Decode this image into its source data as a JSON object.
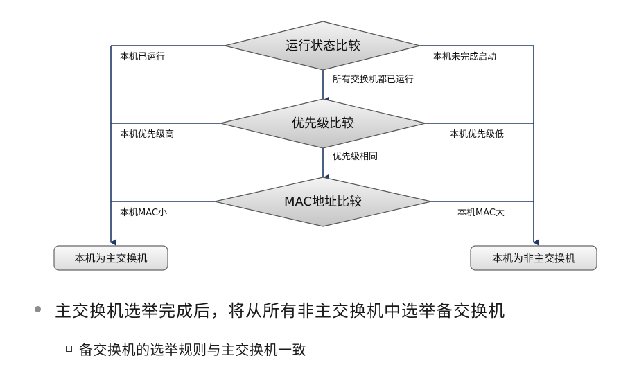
{
  "diagram": {
    "decisions": [
      {
        "label": "运行状态比较"
      },
      {
        "label": "优先级比较"
      },
      {
        "label": "MAC地址比较"
      }
    ],
    "edges": {
      "d1_left": "本机已运行",
      "d1_right": "本机未完成启动",
      "d1_down": "所有交换机都已运行",
      "d2_left": "本机优先级高",
      "d2_right": "本机优先级低",
      "d2_down": "优先级相同",
      "d3_left": "本机MAC小",
      "d3_right": "本机MAC大"
    },
    "results": {
      "left": "本机为主交换机",
      "right": "本机为非主交换机"
    },
    "colors": {
      "diamond_fill_top": "#f2f2f2",
      "diamond_fill_bottom": "#c8c8c8",
      "arrow": "#1f3864",
      "line": "#1f3864"
    }
  },
  "bullets": {
    "main": "主交换机选举完成后，将从所有非主交换机中选举备交换机",
    "sub": "备交换机的选举规则与主交换机一致"
  }
}
